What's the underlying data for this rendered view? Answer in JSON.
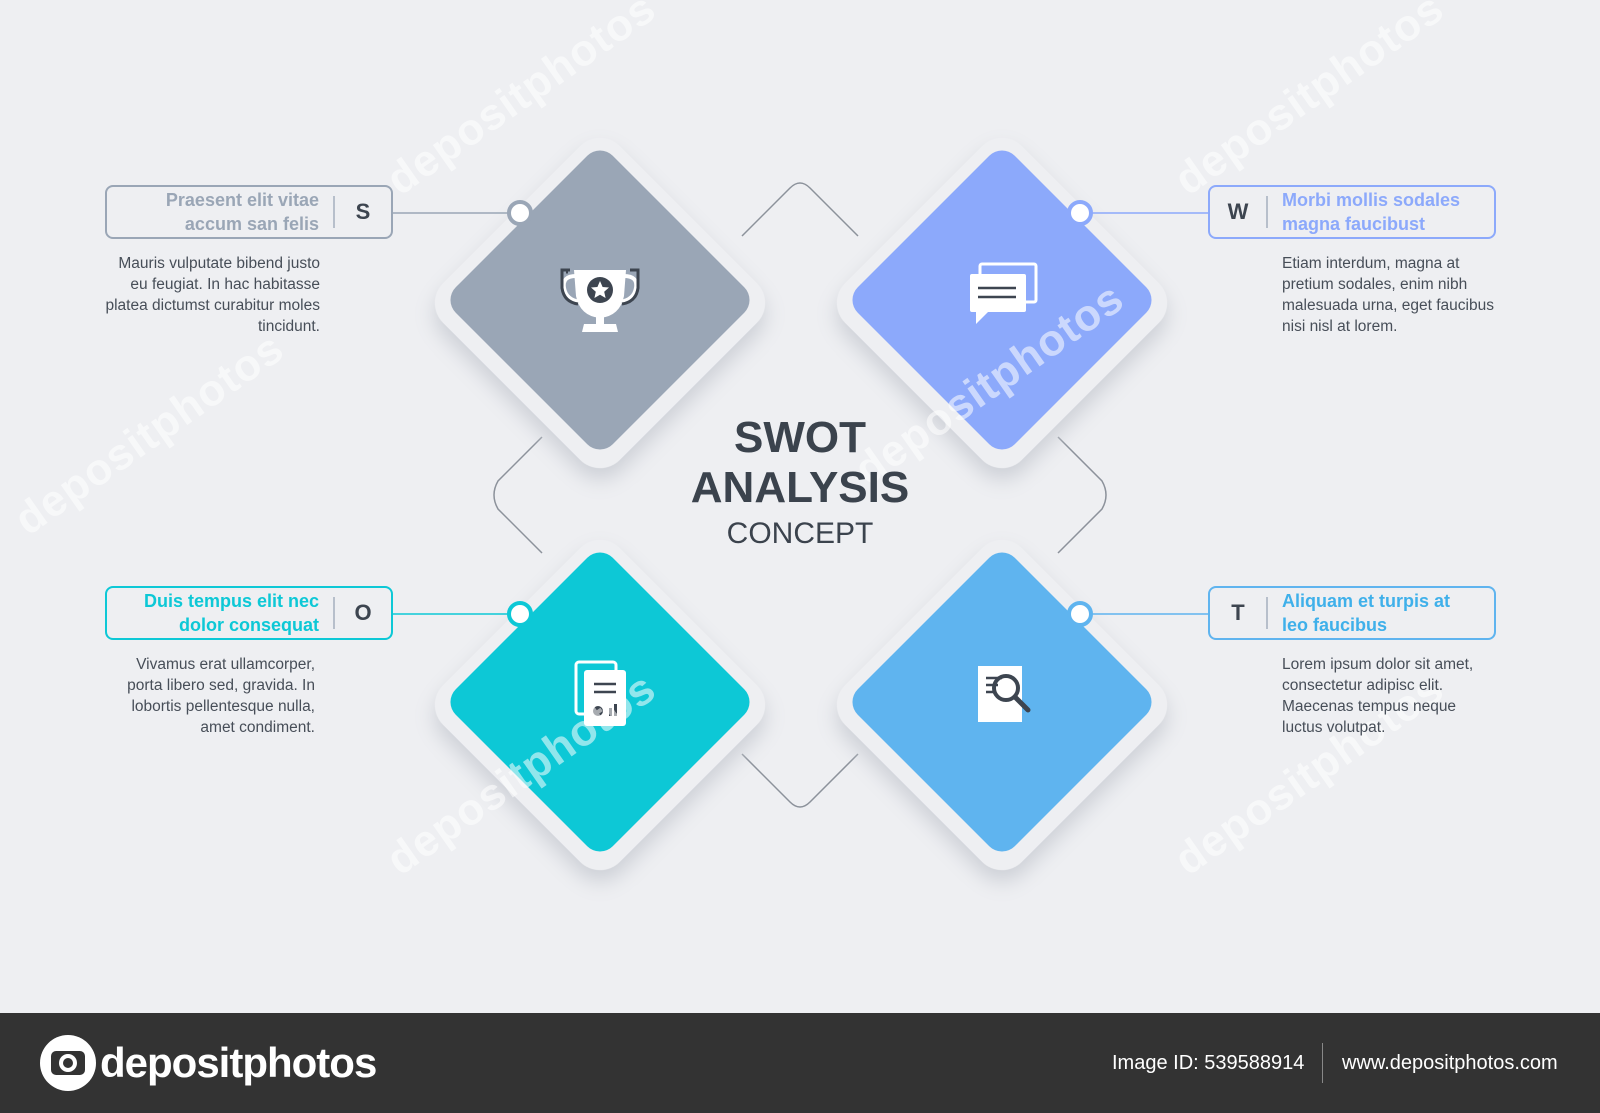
{
  "center": {
    "title_line1": "SWOT",
    "title_line2": "ANALYSIS",
    "subtitle": "CONCEPT"
  },
  "quadrants": [
    {
      "letter": "S",
      "title": "Praesent elit vitae accum san felis",
      "description": "Mauris vulputate bibend justo eu feugiat. In hac habitasse platea dictumst curabitur moles tincidunt.",
      "icon": "trophy-icon",
      "color": "#9aa6b6",
      "title_color": "#9aa6b6"
    },
    {
      "letter": "W",
      "title": "Morbi mollis sodales magna faucibust",
      "description": "Etiam interdum, magna at pretium sodales, enim nibh malesuada urna, eget faucibus nisi nisl at lorem.",
      "icon": "chat-bubbles-icon",
      "color": "#8ca9fb",
      "title_color": "#8ca9fb"
    },
    {
      "letter": "O",
      "title": "Duis tempus elit nec dolor consequat",
      "description": "Vivamus erat ullamcorper, porta libero sed, gravida. In lobortis pellentesque nulla, amet condiment.",
      "icon": "documents-chart-icon",
      "color": "#0dc8d6",
      "title_color": "#0dc8d6"
    },
    {
      "letter": "T",
      "title": "Aliquam et turpis at leo faucibus",
      "description": "Lorem ipsum dolor sit amet, consectetur adipisc elit. Maecenas tempus neque luctus volutpat.",
      "icon": "document-search-icon",
      "color": "#5fb4ef",
      "title_color": "#3fb0ea"
    }
  ],
  "watermark": "depositphotos",
  "footer": {
    "brand": "depositphotos",
    "image_id": "Image ID: 539588914",
    "website": "www.depositphotos.com"
  }
}
